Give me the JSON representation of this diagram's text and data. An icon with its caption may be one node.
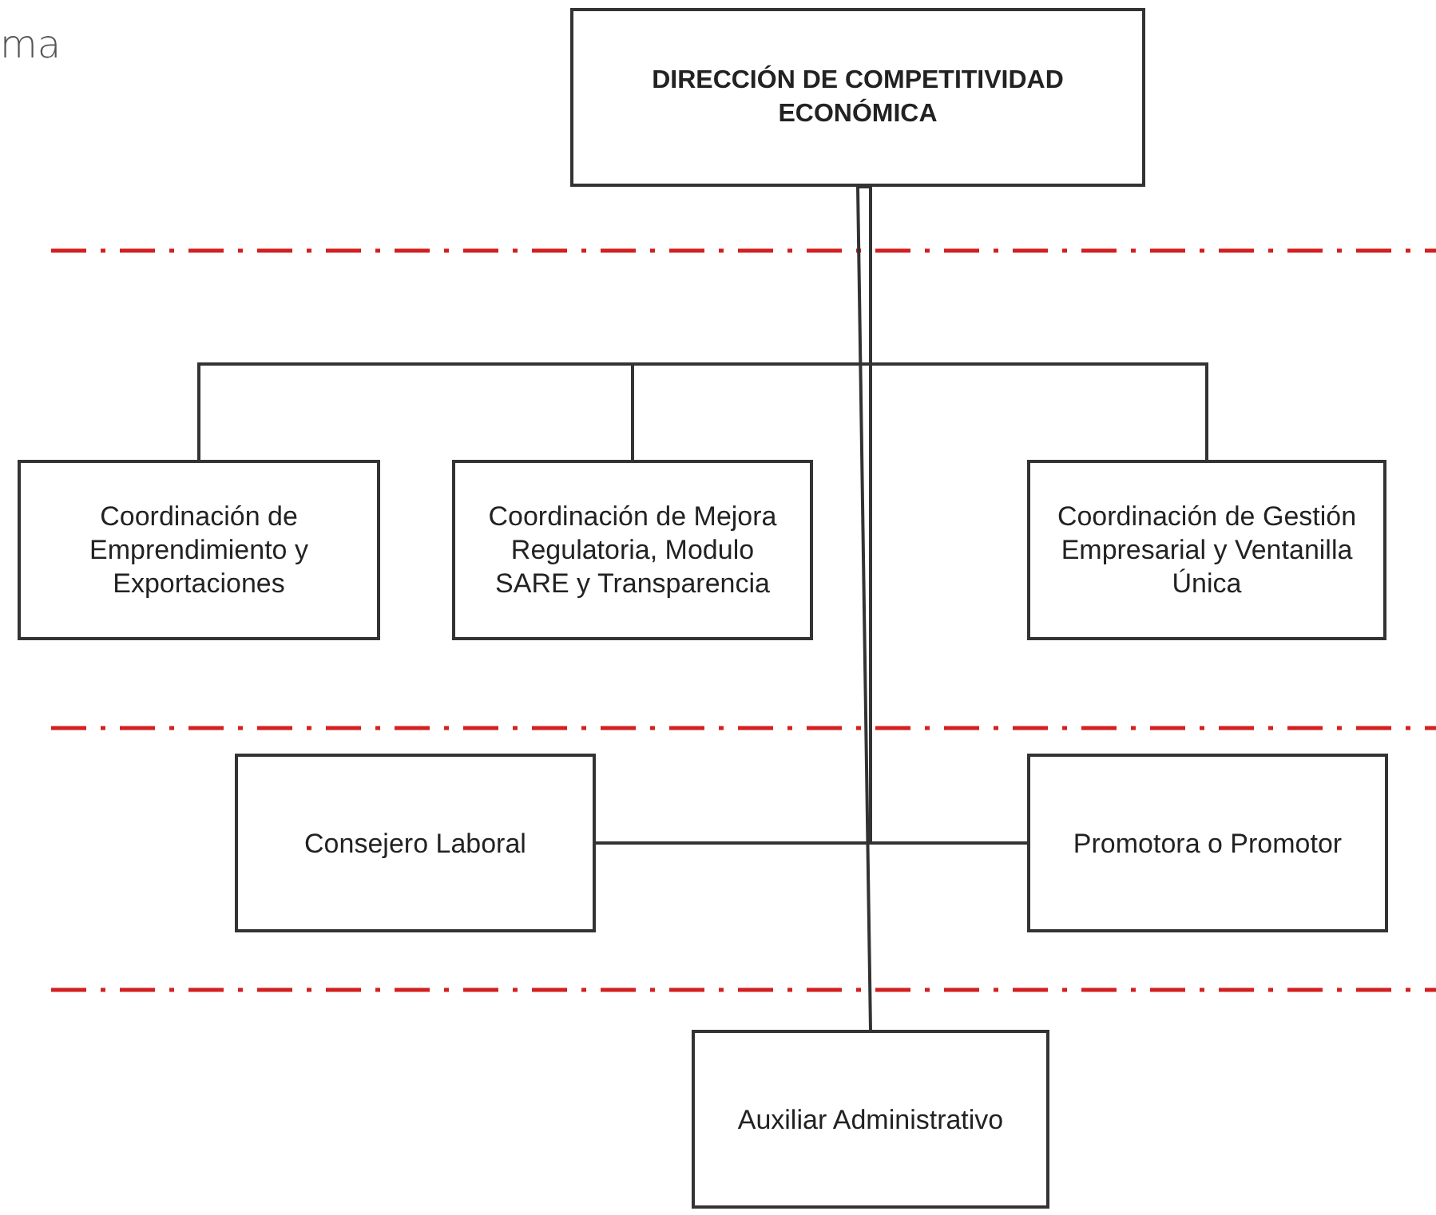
{
  "diagram": {
    "nodes": [
      {
        "text": [
          "DIRECCIÓN DE COMPETITIVIDAD ECONÓMICA"
        ]
      },
      {
        "text": [
          "Coordinación de Emprendimiento y Exportaciones"
        ]
      },
      {
        "text": [
          "Coordinación de Mejora Regulatoria, Modulo SARE y Transparencia"
        ]
      },
      {
        "text": [
          "Coordinación de Gestión Empresarial y Ventanilla Única"
        ]
      },
      {
        "text": [
          "Consejero Laboral"
        ]
      },
      {
        "text": [
          "Promotora o Promotor"
        ]
      },
      {
        "text": [
          "Auxiliar Administrativo"
        ]
      }
    ],
    "edges": [
      {
        "from": 0,
        "to": 1,
        "arrow": "none"
      },
      {
        "from": 0,
        "to": 2,
        "arrow": "none"
      },
      {
        "from": 0,
        "to": 3,
        "arrow": "none"
      },
      {
        "from": 0,
        "to": 4,
        "arrow": "none"
      },
      {
        "from": 0,
        "to": 5,
        "arrow": "none"
      },
      {
        "from": 0,
        "to": 6,
        "arrow": "none"
      }
    ],
    "labels": [
      "ma"
    ]
  }
}
